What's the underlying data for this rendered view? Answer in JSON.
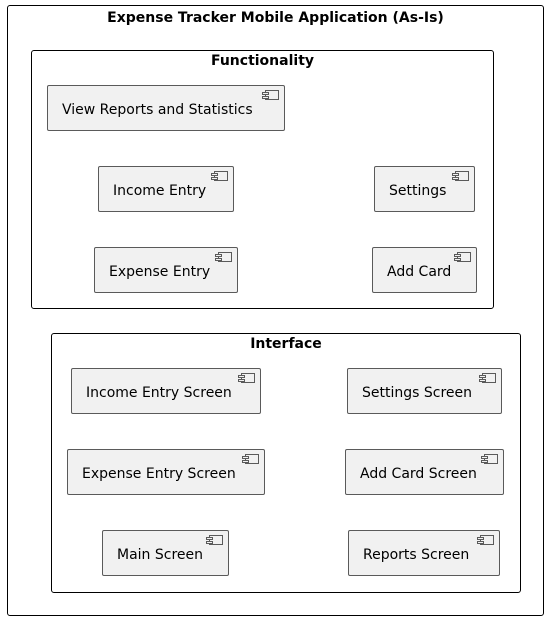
{
  "diagram": {
    "title": "Expense Tracker Mobile Application (As-Is)",
    "functionality": {
      "title": "Functionality",
      "components": {
        "view_reports": "View Reports and Statistics",
        "income_entry": "Income Entry",
        "settings": "Settings",
        "expense_entry": "Expense Entry",
        "add_card": "Add Card"
      }
    },
    "interface": {
      "title": "Interface",
      "components": {
        "income_entry_screen": "Income Entry Screen",
        "settings_screen": "Settings Screen",
        "expense_entry_screen": "Expense Entry Screen",
        "add_card_screen": "Add Card Screen",
        "main_screen": "Main Screen",
        "reports_screen": "Reports Screen"
      }
    },
    "icon": "component-icon"
  }
}
